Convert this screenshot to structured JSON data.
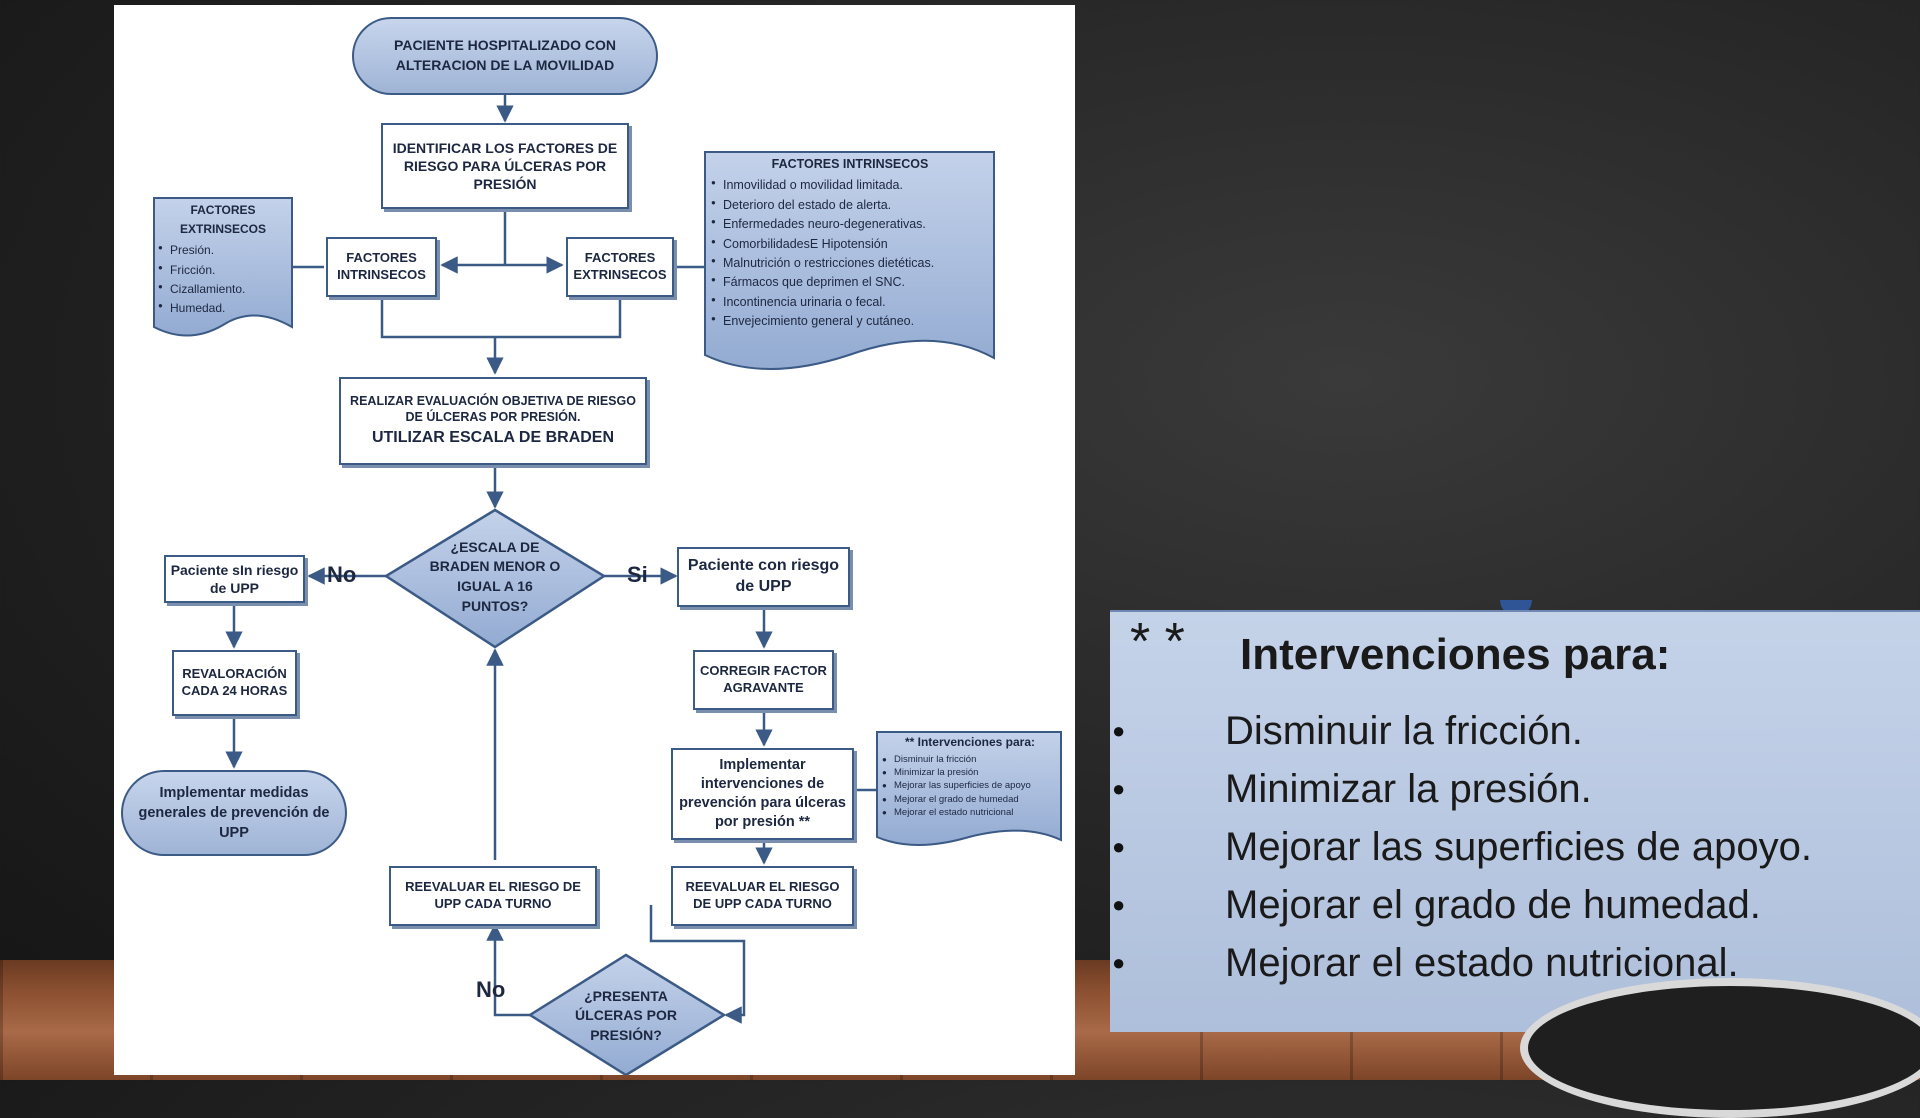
{
  "flowchart": {
    "start": "PACIENTE HOSPITALIZADO CON ALTERACION DE LA MOVILIDAD",
    "identify": "IDENTIFICAR LOS FACTORES DE RIESGO PARA ÚLCERAS POR PRESIÓN",
    "intrinsic_box": "FACTORES INTRINSECOS",
    "extrinsic_box": "FACTORES EXTRINSECOS",
    "extrinsic_doc": {
      "title": "FACTORES EXTRINSECOS",
      "items": [
        "Presión.",
        "Fricción.",
        "Cizallamiento.",
        "Humedad."
      ]
    },
    "intrinsic_doc": {
      "title": "FACTORES INTRINSECOS",
      "items": [
        "Inmovilidad o movilidad limitada.",
        "Deterioro del estado de alerta.",
        "Enfermedades neuro-degenerativas.",
        "ComorbilidadesE Hipotensión",
        "Malnutrición o restricciones dietéticas.",
        "Fármacos que deprimen el SNC.",
        "Incontinencia urinaria o fecal.",
        "Envejecimiento general y cutáneo."
      ]
    },
    "evaluate_line1": "REALIZAR EVALUACIÓN OBJETIVA DE RIESGO DE ÚLCERAS POR PRESIÓN.",
    "evaluate_line2": "UTILIZAR ESCALA DE BRADEN",
    "decision_braden": "¿ESCALA DE BRADEN MENOR O IGUAL A 16 PUNTOS?",
    "label_no": "No",
    "label_si": "Si",
    "no_risk": "Paciente sIn riesgo de UPP",
    "revalue_24": "REVALORACIÓN CADA 24 HORAS",
    "general_measures": "Implementar medidas generales de prevención de UPP",
    "with_risk": "Paciente con riesgo de UPP",
    "correct_factor": "CORREGIR FACTOR AGRAVANTE",
    "implement": "Implementar intervenciones de prevención para úlceras por presión **",
    "mini_doc": {
      "title": "** Intervenciones para:",
      "items": [
        "Disminuir la fricción",
        "Minimizar la presión",
        "Mejorar las superficies de apoyo",
        "Mejorar el grado de humedad",
        "Mejorar el estado nutricional"
      ]
    },
    "reevaluate_right": "REEVALUAR EL RIESGO DE UPP CADA TURNO",
    "reevaluate_left": "REEVALUAR EL RIESGO DE UPP CADA TURNO",
    "decision_ulcer": "¿PRESENTA ÚLCERAS POR PRESIÓN?",
    "label_no_bottom": "No"
  },
  "interventions": {
    "marker": "* *",
    "title": "Intervenciones para:",
    "items": [
      "Disminuir la fricción.",
      "Minimizar la presión.",
      "Mejorar las superficies de apoyo.",
      "Mejorar el grado de humedad.",
      "Mejorar el estado nutricional."
    ]
  },
  "colors": {
    "stroke": "#3b5a86",
    "doc_fill": "#a9bcdc",
    "panel_fill": "#b9c9e3"
  }
}
